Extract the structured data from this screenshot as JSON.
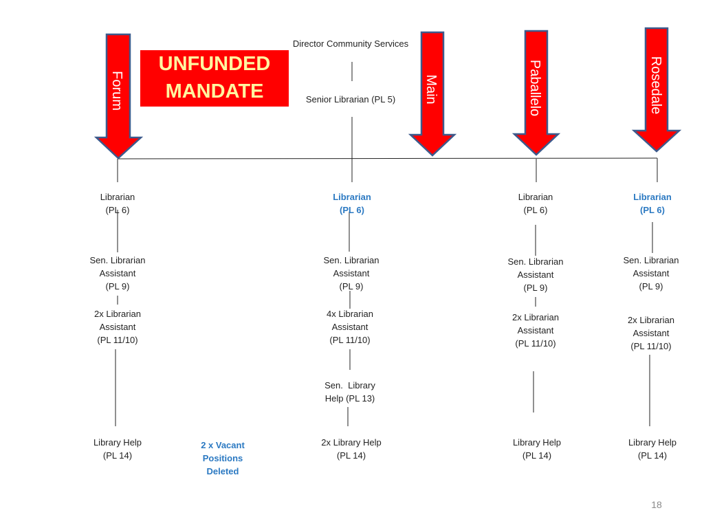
{
  "header": {
    "director": "Director Community Services",
    "senior_librarian": "Senior Librarian (PL 5)",
    "banner_line1": "UNFUNDED",
    "banner_line2": "MANDATE"
  },
  "branches": [
    {
      "name": "Forum"
    },
    {
      "name": "Main"
    },
    {
      "name": "Paballelo"
    },
    {
      "name": "Rosedale"
    }
  ],
  "columns": {
    "forum": {
      "librarian": [
        "Librarian",
        "(PL 6)"
      ],
      "sen_assistant": [
        "Sen. Librarian",
        "Assistant",
        "(PL 9)"
      ],
      "assistant": [
        "2x Librarian",
        "Assistant",
        "(PL 11/10)"
      ],
      "help": [
        "Library Help",
        "(PL 14)"
      ]
    },
    "main": {
      "librarian": [
        "Librarian",
        "(PL 6)"
      ],
      "sen_assistant": [
        "Sen. Librarian",
        "Assistant",
        "(PL 9)"
      ],
      "assistant": [
        "4x Librarian",
        "Assistant",
        "(PL 11/10)"
      ],
      "sen_help": [
        "Sen.  Library",
        "Help (PL 13)"
      ],
      "help": [
        "2x Library Help",
        "(PL 14)"
      ]
    },
    "paballelo": {
      "librarian": [
        "Librarian",
        "(PL 6)"
      ],
      "sen_assistant": [
        "Sen. Librarian",
        "Assistant",
        "(PL 9)"
      ],
      "assistant": [
        "2x Librarian",
        "Assistant",
        "(PL 11/10)"
      ],
      "help": [
        "Library Help",
        "(PL 14)"
      ]
    },
    "rosedale": {
      "librarian": [
        "Librarian",
        "(PL 6)"
      ],
      "sen_assistant": [
        "Sen. Librarian",
        "Assistant",
        "(PL 9)"
      ],
      "assistant": [
        "2x Librarian",
        "Assistant",
        "(PL 11/10)"
      ],
      "help": [
        "Library Help",
        "(PL 14)"
      ]
    }
  },
  "deleted_note": [
    "2 x Vacant",
    "Positions",
    "Deleted"
  ],
  "page_number": "18",
  "colors": {
    "arrow_fill": "#ff0000",
    "arrow_stroke": "#3d5a8c",
    "banner_bg": "#ff0000",
    "banner_text": "#fff5a0",
    "highlight_text": "#2b79c2"
  }
}
